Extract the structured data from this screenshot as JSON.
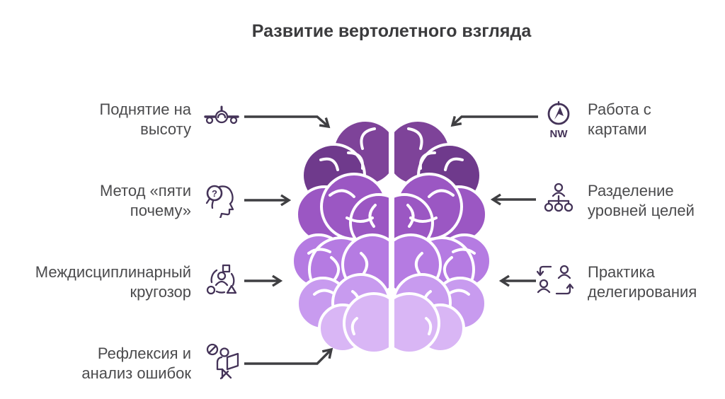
{
  "title": "Развитие вертолетного взгляда",
  "colors": {
    "accent_icon": "#443358",
    "arrow": "#3f3f42",
    "text": "#4b4b4d",
    "title": "#3b3b3d",
    "brain": {
      "band1": "#7e4399",
      "band1_dark": "#6f3a8c",
      "band2": "#9b57c3",
      "band3": "#b57be2",
      "band4": "#c89bef",
      "band5": "#d9b6f5",
      "outline": "#ffffff"
    }
  },
  "items_left": [
    {
      "icon": "airplane-front-icon",
      "lines": [
        "Поднятие на",
        "высоту"
      ]
    },
    {
      "icon": "head-question-magnifier-icon",
      "icon_text": "?",
      "lines": [
        "Метод «пяти",
        "почему»"
      ]
    },
    {
      "icon": "person-shapes-icon",
      "lines": [
        "Междисциплинарный",
        "кругозор"
      ]
    },
    {
      "icon": "error-analysis-icon",
      "lines": [
        "Рефлексия и",
        "анализ ошибок"
      ]
    }
  ],
  "items_right": [
    {
      "icon": "compass-icon",
      "icon_text": "NW",
      "lines": [
        "Работа с",
        "картами"
      ]
    },
    {
      "icon": "hierarchy-icon",
      "lines": [
        "Разделение",
        "уровней целей"
      ]
    },
    {
      "icon": "delegation-icon",
      "lines": [
        "Практика",
        "делегирования"
      ]
    }
  ]
}
